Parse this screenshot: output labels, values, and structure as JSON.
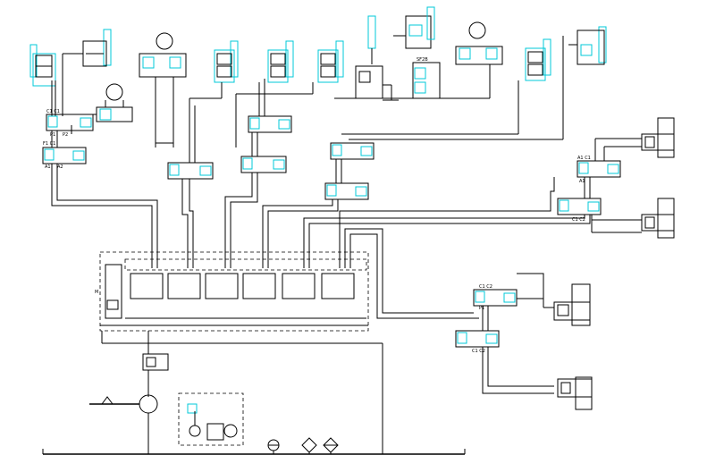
{
  "labels": {
    "valve_top_left": "C1 C1",
    "valve_top_left_ports_p": "P1",
    "valve_top_left_ports_p2": "P2",
    "valve_left_mid": "F1 C1",
    "valve_left_a1": "A1",
    "valve_left_a2": "A2",
    "valve_right_mid": "A1 C1",
    "valve_right_a": "A1",
    "valve_right_low": "C1 C2",
    "valve_lower_c": "C1 C2",
    "valve_lower_p": "P1",
    "top_block_label": "SF2B",
    "manifold_m": "M"
  },
  "colors": {
    "line": "#000000",
    "cylinder": "#00c8d8",
    "background": "#ffffff"
  }
}
